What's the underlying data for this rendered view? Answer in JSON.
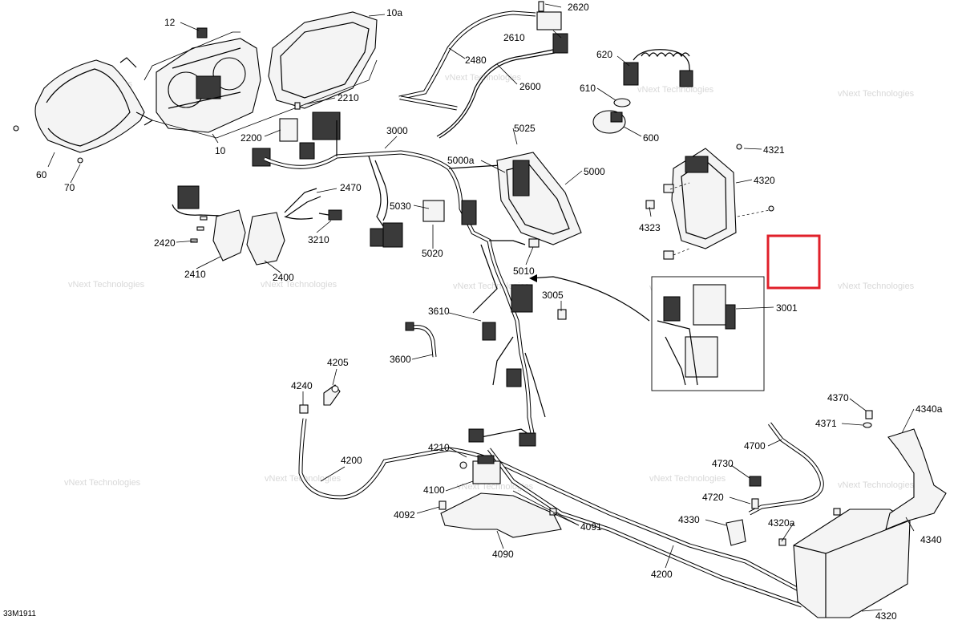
{
  "drawing": {
    "code": "33M1911",
    "watermark_line1": "vNext Technologies",
    "watermark_line2": "vNext",
    "watermark_line3": "Technologies",
    "highlight_color": "#e0202a"
  },
  "callouts": {
    "c12": "12",
    "c10a": "10a",
    "c10": "10",
    "c60": "60",
    "c70": "70",
    "c2620": "2620",
    "c2610": "2610",
    "c2480": "2480",
    "c2600": "2600",
    "c620": "620",
    "c610": "610",
    "c600": "600",
    "c2210": "2210",
    "c2200": "2200",
    "c3000": "3000",
    "c5025": "5025",
    "c5000a": "5000a",
    "c5000": "5000",
    "c4321": "4321",
    "c4320top": "4320",
    "c2470": "2470",
    "c5030": "5030",
    "c3210": "3210",
    "c2420": "2420",
    "c2410": "2410",
    "c2400": "2400",
    "c5020": "5020",
    "c5010": "5010",
    "c4323": "4323",
    "c3001": "3001",
    "c3005": "3005",
    "c3610": "3610",
    "c3600": "3600",
    "c4205": "4205",
    "c4240": "4240",
    "c4210": "4210",
    "c4200a": "4200",
    "c4100": "4100",
    "c4092": "4092",
    "c4091": "4091",
    "c4090": "4090",
    "c4370": "4370",
    "c4371": "4371",
    "c4340a": "4340a",
    "c4700": "4700",
    "c4730": "4730",
    "c4720": "4720",
    "c4330": "4330",
    "c4320a": "4320a",
    "c4340": "4340",
    "c4200b": "4200",
    "c4320bot": "4320"
  }
}
